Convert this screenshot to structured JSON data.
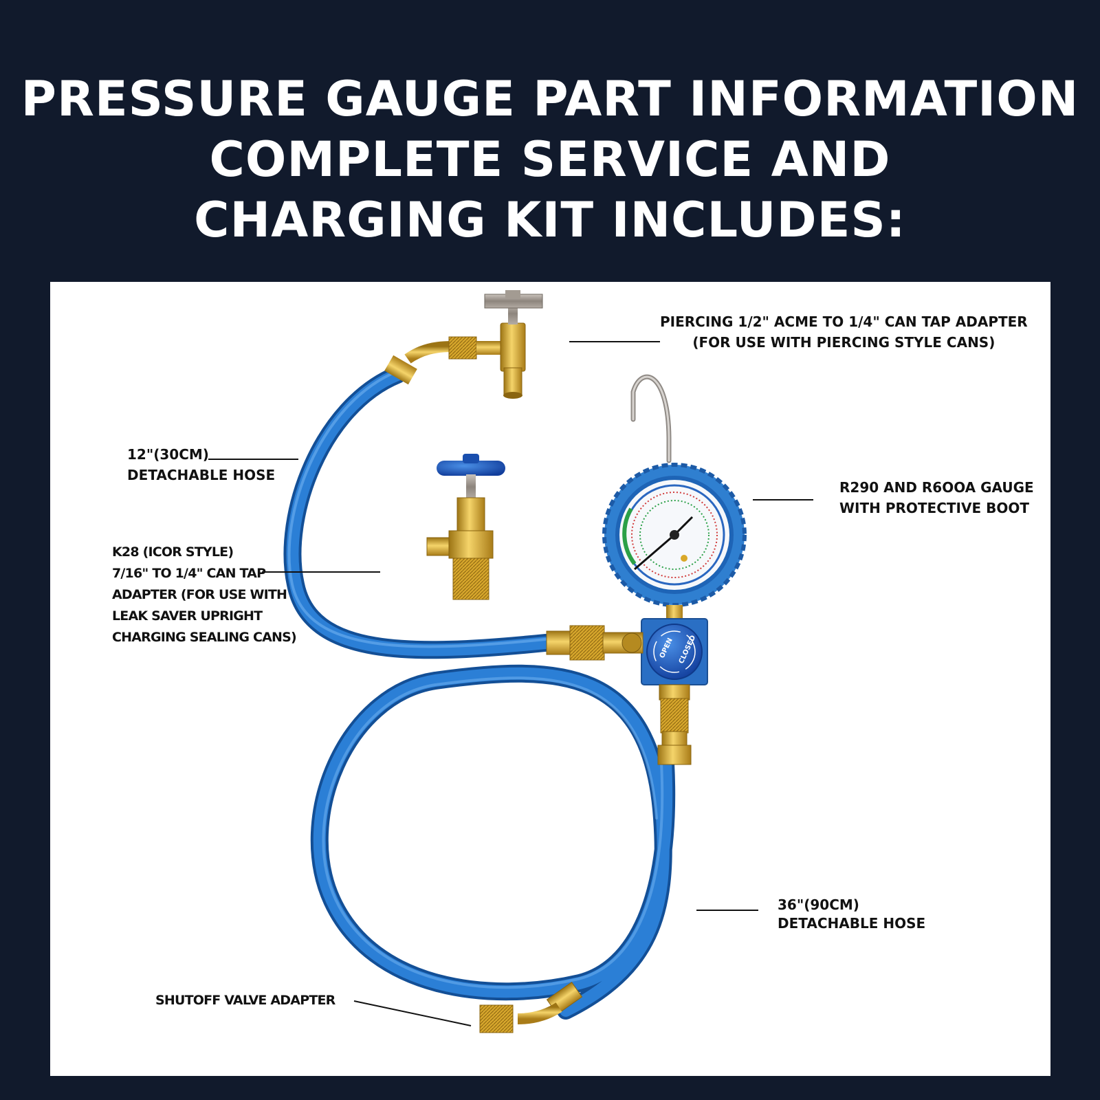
{
  "header": {
    "line1": "PRESSURE GAUGE PART INFORMATION",
    "line2": "COMPLETE SERVICE AND",
    "line3": "CHARGING KIT INCLUDES:"
  },
  "labels": {
    "piercing_adapter": {
      "line1": "PIERCING 1/2\" ACME TO 1/4\" CAN TAP ADAPTER",
      "line2": "(FOR USE WITH PIERCING STYLE CANS)"
    },
    "hose_12": {
      "line1": "12\"(30CM)",
      "line2": "DETACHABLE HOSE"
    },
    "gauge": {
      "line1": "R290 AND R6OOA GAUGE",
      "line2": "WITH PROTECTIVE BOOT"
    },
    "k28_adapter": {
      "line1": "K28 (ICOR STYLE)",
      "line2": "7/16\" TO 1/4\" CAN TAP",
      "line3": "ADAPTER (FOR USE WITH",
      "line4": "LEAK SAVER UPRIGHT",
      "line5": "CHARGING SEALING CANS)"
    },
    "hose_36": {
      "line1": "36\"(90CM)",
      "line2": "DETACHABLE HOSE"
    },
    "shutoff": {
      "line1": "SHUTOFF VALVE ADAPTER"
    }
  },
  "valve_knob": {
    "open": "OPEN",
    "closed": "CLOSED"
  },
  "colors": {
    "background": "#111a2c",
    "panel": "#ffffff",
    "hose": "#1f6fc6",
    "brass": "#d9a829",
    "gauge_boot": "#2f7fd0"
  }
}
